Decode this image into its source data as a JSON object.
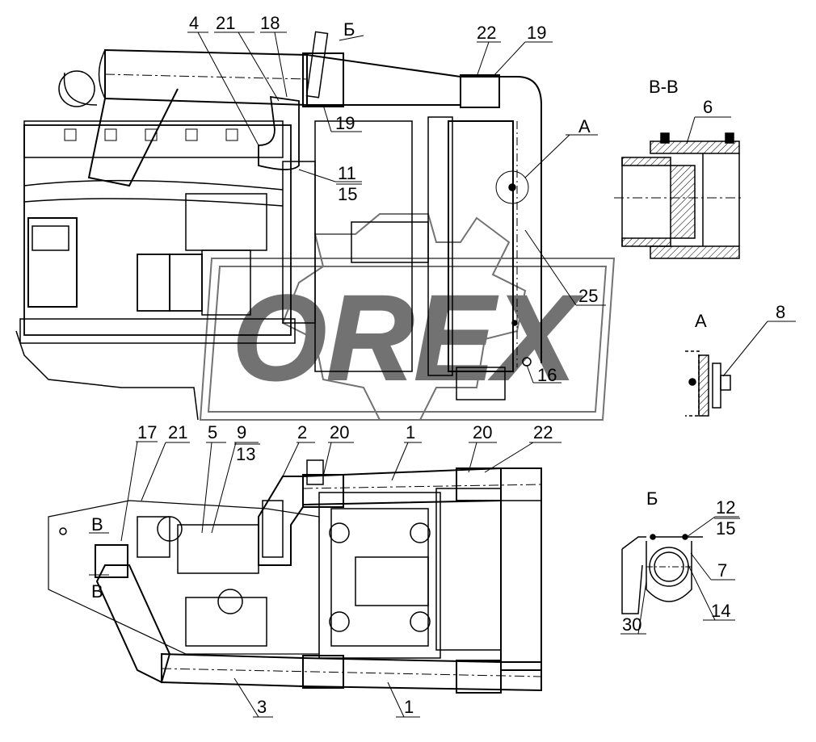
{
  "labels": {
    "top_4": "4",
    "top_21": "21",
    "top_18": "18",
    "top_b_arrow": "Б",
    "top_22": "22",
    "top_19a": "19",
    "top_19b": "19",
    "top_11": "11",
    "top_15": "15",
    "top_a": "А",
    "top_25": "25",
    "top_16": "16",
    "bot_17": "17",
    "bot_21": "21",
    "bot_5": "5",
    "bot_9": "9",
    "bot_13": "13",
    "bot_2": "2",
    "bot_20a": "20",
    "bot_1a": "1",
    "bot_20b": "20",
    "bot_22": "22",
    "bot_3": "3",
    "bot_1b": "1",
    "bot_v1": "В",
    "bot_v2": "В",
    "vv_6": "6",
    "a_8": "8",
    "b_12": "12",
    "b_15": "15",
    "b_7": "7",
    "b_14": "14",
    "b_30": "30"
  },
  "sections": {
    "vv": "В-В",
    "a": "А",
    "b": "Б"
  },
  "watermark": "OREX"
}
